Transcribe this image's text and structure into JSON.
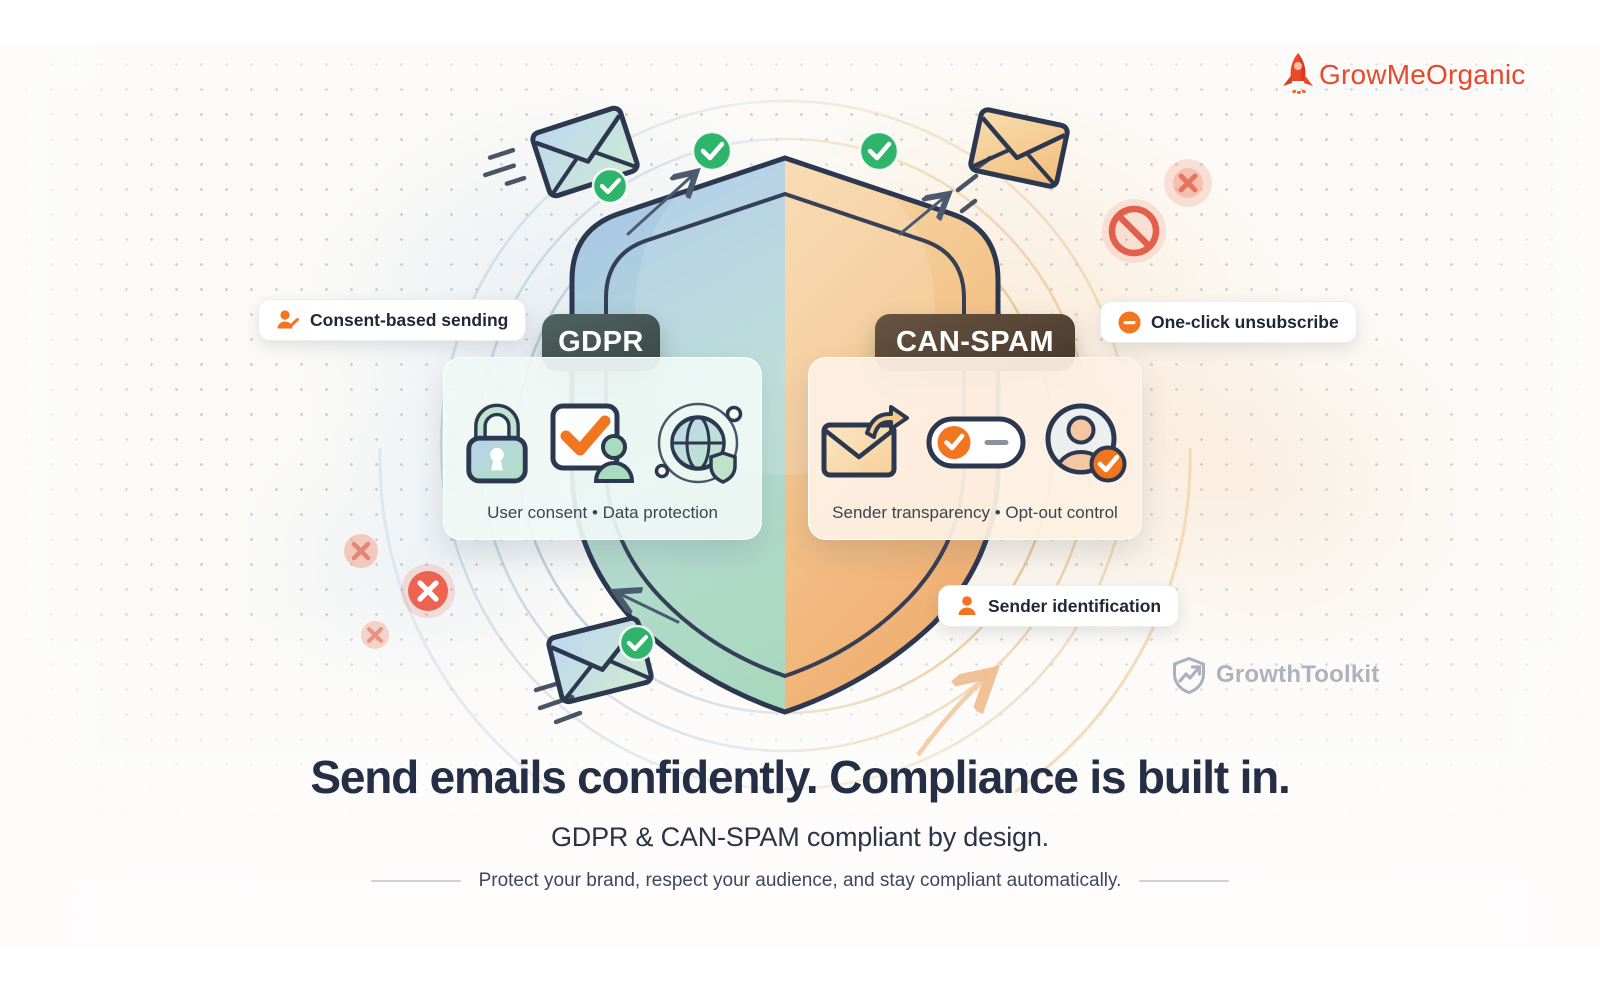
{
  "brand": {
    "name": "GrowMeOrganic",
    "icon": "rocket-icon"
  },
  "shield": {
    "left_label": "GDPR",
    "right_label": "CAN-SPAM"
  },
  "cards": {
    "gdpr": {
      "caption": "User consent • Data protection",
      "icons": [
        "lock-icon",
        "consent-check-icon",
        "globe-shield-icon"
      ]
    },
    "can_spam": {
      "caption": "Sender transparency • Opt-out control",
      "icons": [
        "email-forward-icon",
        "optout-toggle-icon",
        "verified-sender-icon"
      ]
    }
  },
  "callouts": {
    "consent": {
      "label": "Consent-based sending",
      "icon": "user-edit-icon"
    },
    "unsubscribe": {
      "label": "One-click unsubscribe",
      "icon": "minus-circle-icon"
    },
    "sender": {
      "label": "Sender identification",
      "icon": "user-icon"
    }
  },
  "watermark": {
    "text": "GrowthToolkit",
    "icon": "growth-shield-icon"
  },
  "footer": {
    "headline": "Send emails confidently. Compliance is built in.",
    "subheadline": "GDPR & CAN-SPAM compliant by design.",
    "tagline": "Protect your brand, respect your audience, and stay compliant automatically."
  },
  "colors": {
    "logo_red": "#E8492E",
    "accent_orange": "#F2761F",
    "success_green": "#31B56D",
    "error_red": "#EC6352",
    "outline_navy": "#2C3850",
    "headline_navy": "#242F45",
    "gdpr_badge": "#41514F",
    "canspam_badge": "#57473A",
    "shield_left_top": "#A6C4E9",
    "shield_left_bottom": "#A8D8BD",
    "shield_right_top": "#F8DFB4",
    "shield_right_bottom": "#EFA768"
  }
}
